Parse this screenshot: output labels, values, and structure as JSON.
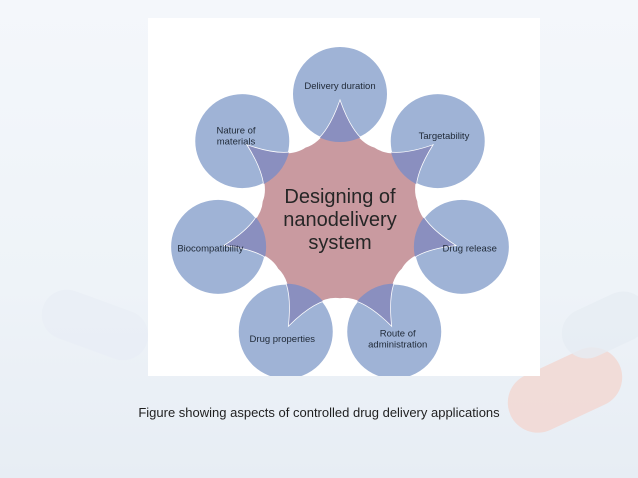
{
  "diagram": {
    "center_lines": [
      "Designing of",
      "nanodelivery",
      "system"
    ],
    "nodes": [
      {
        "id": "delivery-duration",
        "lines": [
          "Delivery duration"
        ]
      },
      {
        "id": "targetability",
        "lines": [
          "Targetability"
        ]
      },
      {
        "id": "drug-release",
        "lines": [
          "Drug release"
        ]
      },
      {
        "id": "route-of-administration",
        "lines": [
          "Route of",
          "administration"
        ]
      },
      {
        "id": "drug-properties",
        "lines": [
          "Drug properties"
        ]
      },
      {
        "id": "biocompatibility",
        "lines": [
          "Biocompatibility"
        ]
      },
      {
        "id": "nature-of-materials",
        "lines": [
          "Nature of",
          "materials"
        ]
      }
    ]
  },
  "caption": "Figure showing aspects of controlled drug delivery applications",
  "colors": {
    "circle_fill": "#9fb3d6",
    "circle_stroke": "#ffffff",
    "star_fill": "#c99aa0",
    "overlap_fill": "#8a8fbf"
  }
}
